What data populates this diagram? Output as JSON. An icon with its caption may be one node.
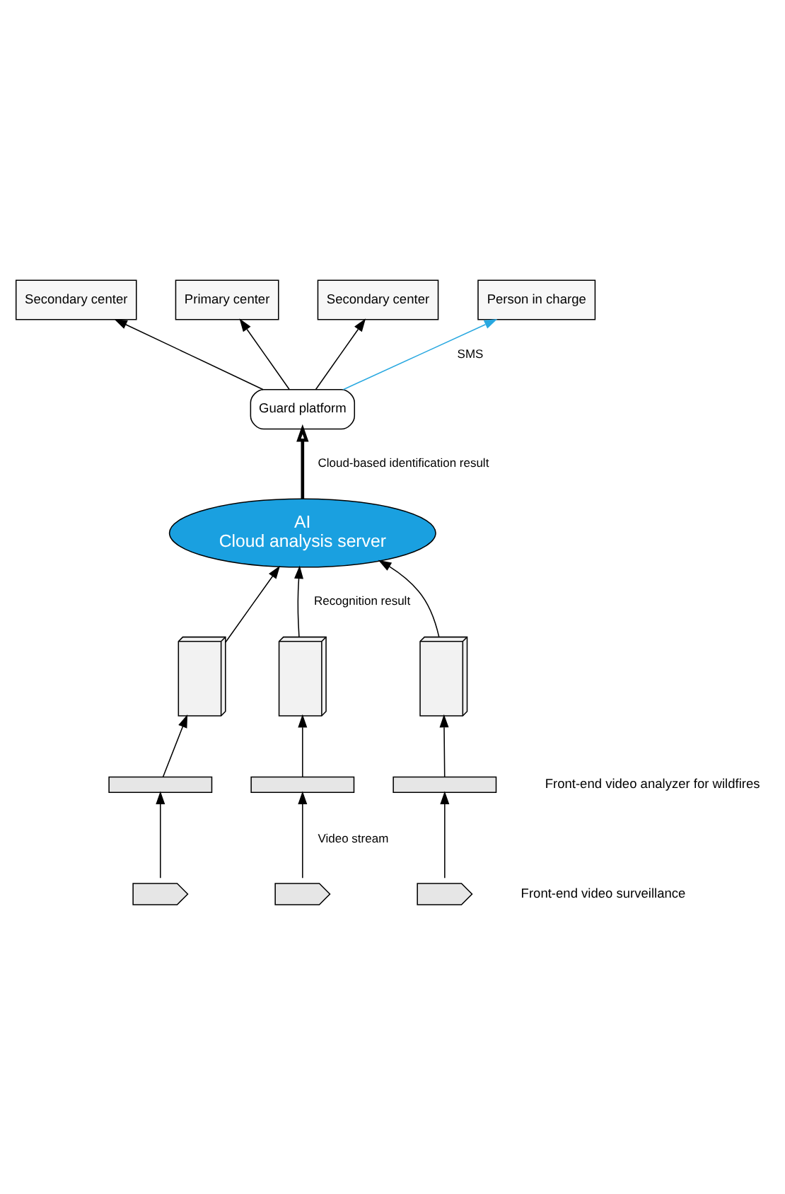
{
  "diagram": {
    "nodes": [
      {
        "text": [
          "Secondary center"
        ]
      },
      {
        "text": [
          "Primary center"
        ]
      },
      {
        "text": [
          "Secondary center"
        ]
      },
      {
        "text": [
          "Person in charge"
        ]
      },
      {
        "text": [
          "Guard platform"
        ]
      },
      {
        "text": [
          "AI",
          "Cloud analysis server"
        ]
      },
      {
        "text": [],
        "shape": "server"
      },
      {
        "text": [],
        "shape": "server"
      },
      {
        "text": [],
        "shape": "server"
      },
      {
        "text": [],
        "shape": "box"
      },
      {
        "text": [],
        "shape": "box"
      },
      {
        "text": [],
        "shape": "box"
      },
      {
        "text": [],
        "shape": "camera"
      },
      {
        "text": [],
        "shape": "camera"
      },
      {
        "text": [],
        "shape": "camera"
      }
    ],
    "edges": [
      {
        "from": 4,
        "to": 0,
        "arrow": "to"
      },
      {
        "from": 4,
        "to": 1,
        "arrow": "to"
      },
      {
        "from": 4,
        "to": 2,
        "arrow": "to"
      },
      {
        "from": 4,
        "to": 3,
        "arrow": "to",
        "label": "SMS",
        "color": "#29a8e0"
      },
      {
        "from": 5,
        "to": 4,
        "arrow": "to",
        "label": "Cloud-based identification result",
        "style": "thick"
      },
      {
        "from": 6,
        "to": 5,
        "arrow": "to"
      },
      {
        "from": 7,
        "to": 5,
        "arrow": "to",
        "label": "Recognition result"
      },
      {
        "from": 8,
        "to": 5,
        "arrow": "to"
      },
      {
        "from": 9,
        "to": 6,
        "arrow": "to"
      },
      {
        "from": 10,
        "to": 7,
        "arrow": "to"
      },
      {
        "from": 11,
        "to": 8,
        "arrow": "to"
      },
      {
        "from": 12,
        "to": 9,
        "arrow": "to"
      },
      {
        "from": 13,
        "to": 10,
        "arrow": "to",
        "label": "Video stream"
      },
      {
        "from": 14,
        "to": 11,
        "arrow": "to"
      }
    ],
    "labels": [
      "Front-end video analyzer for wildfires",
      "Front-end video surveillance"
    ]
  }
}
